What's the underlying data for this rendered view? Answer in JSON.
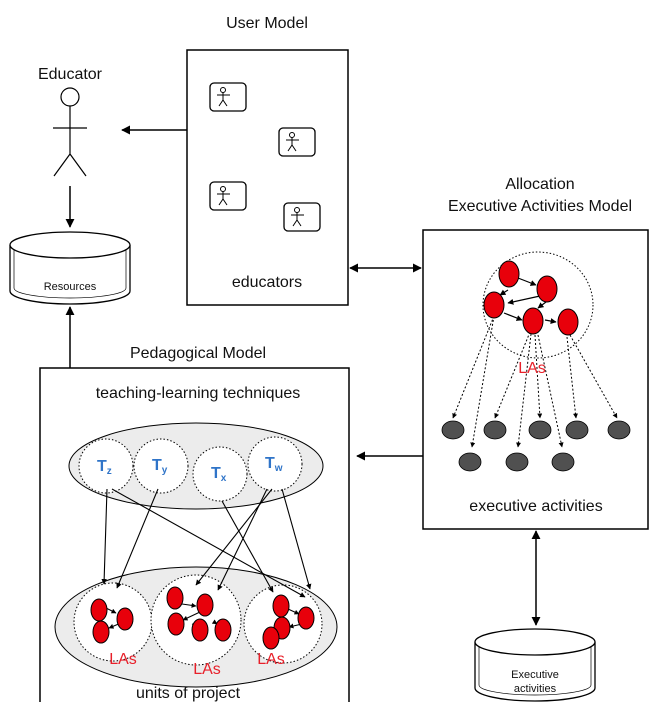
{
  "labels": {
    "user_model_title": "User Model",
    "educator": "Educator",
    "resources": "Resources",
    "educators": "educators",
    "allocation_line1": "Allocation",
    "allocation_line2": "Executive Activities Model",
    "las_allocation": "LAs",
    "executive_activities": "executive activities",
    "pedagogical_model_title": "Pedagogical Model",
    "teaching_learning_techniques": "teaching-learning techniques",
    "units_of_project": "units of project",
    "las_unit1": "LAs",
    "las_unit2": "LAs",
    "las_unit3": "LAs",
    "executive_db_line1": "Executive",
    "executive_db_line2": "activities"
  },
  "techniques": [
    {
      "letter": "T",
      "sub": "z"
    },
    {
      "letter": "T",
      "sub": "y"
    },
    {
      "letter": "T",
      "sub": "x"
    },
    {
      "letter": "T",
      "sub": "w"
    }
  ],
  "colors": {
    "learning_activity": "#e8000b",
    "executive_node": "#505050",
    "las_text": "#e8202a",
    "technique_text": "#2f74c8",
    "ellipse_fill": "#ececec"
  }
}
